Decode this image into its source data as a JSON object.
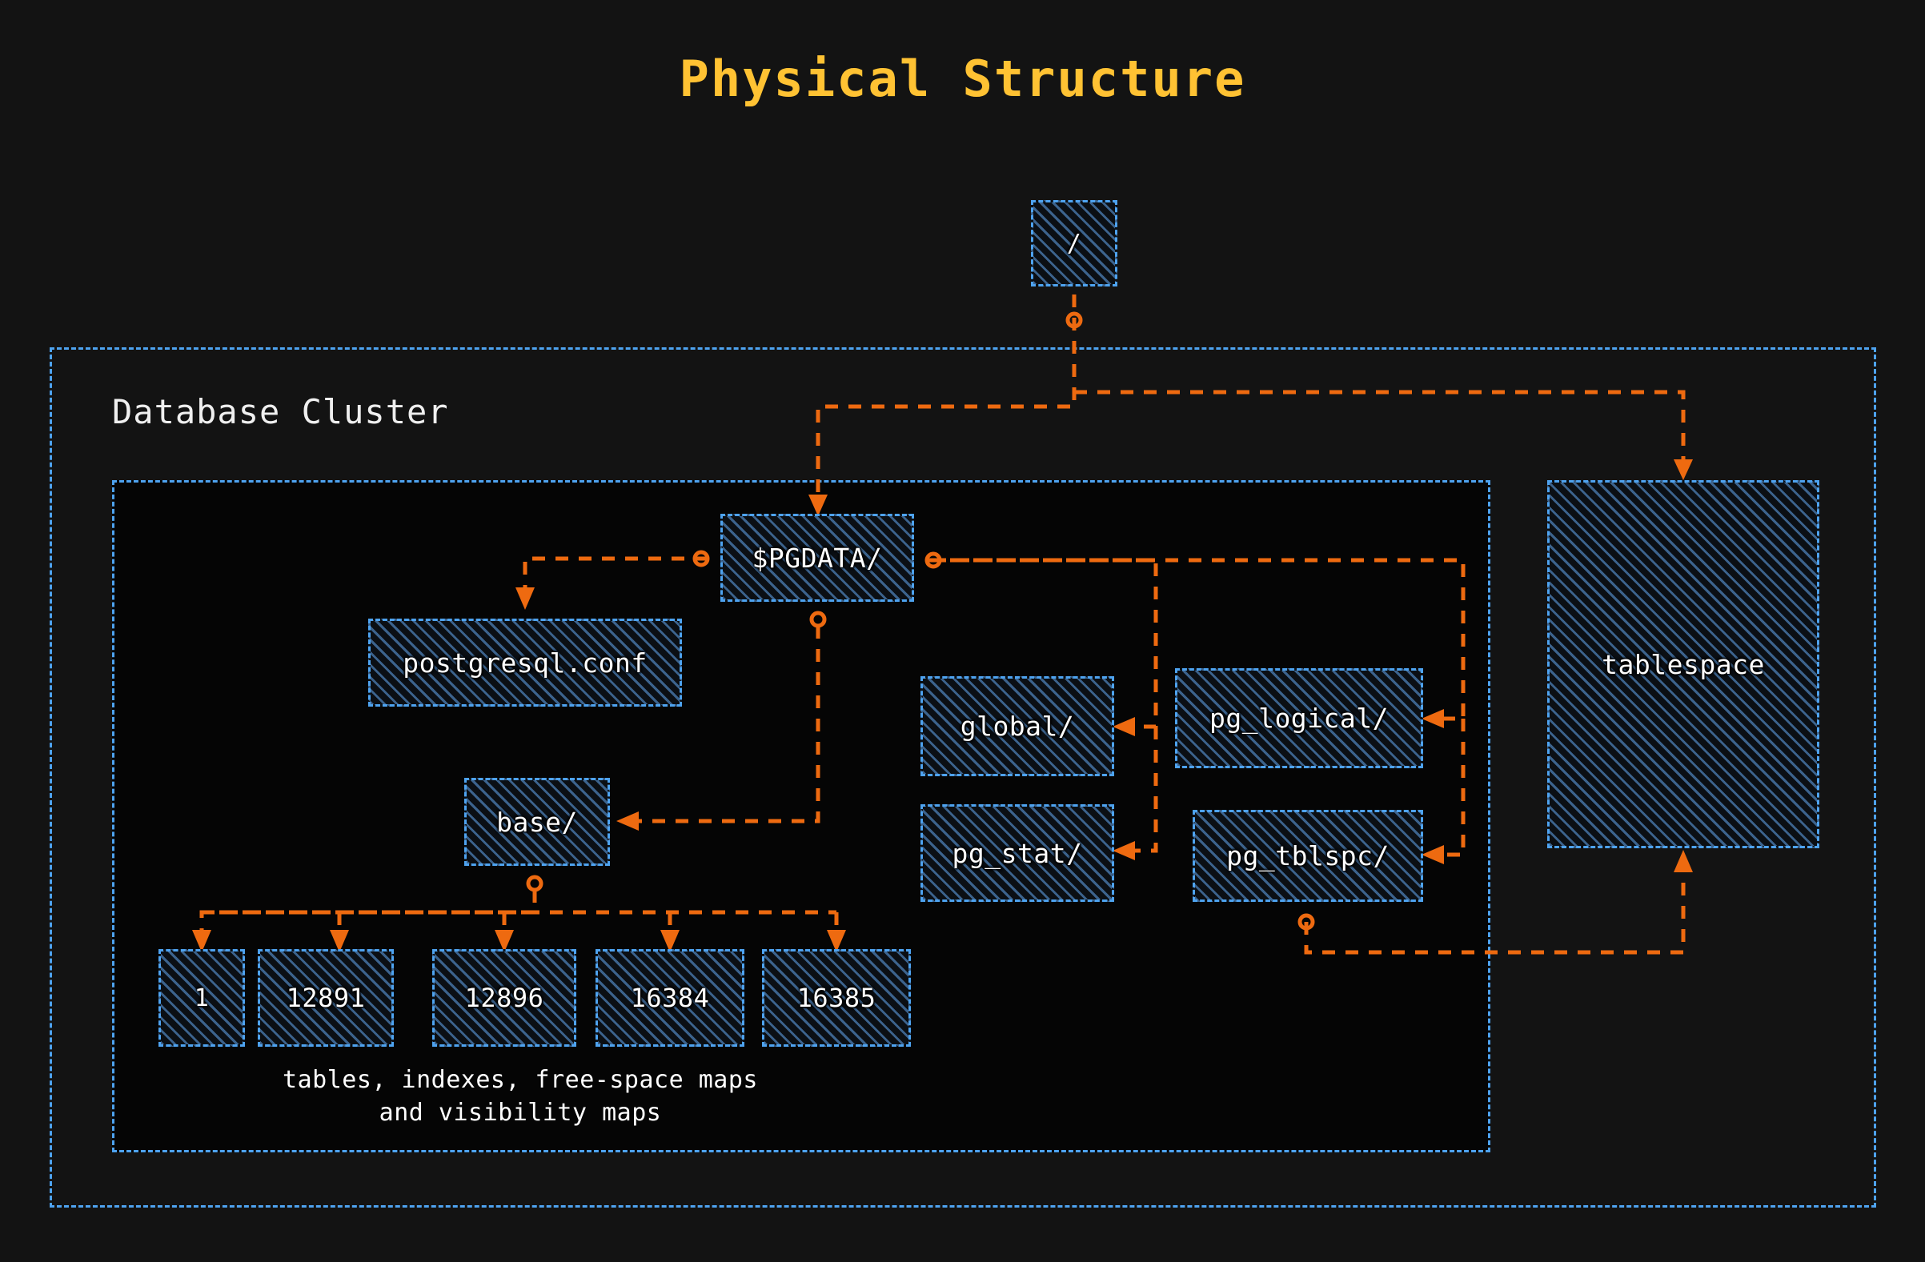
{
  "title": "Physical Structure",
  "colors": {
    "background": "#131313",
    "title": "#FFC233",
    "node_border": "#4EA3F0",
    "node_fill": "#0b0f14",
    "edge": "#EE6A10",
    "label": "#ffffff",
    "inner_container_fill": "#050505"
  },
  "containers": [
    {
      "id": "cluster",
      "label": "Database Cluster"
    },
    {
      "id": "pgdata-area",
      "label": ""
    }
  ],
  "nodes": {
    "root": "/",
    "pgdata": "$PGDATA/",
    "postgresql_conf": "postgresql.conf",
    "base": "base/",
    "global": "global/",
    "pg_logical": "pg_logical/",
    "pg_stat": "pg_stat/",
    "pg_tblspc": "pg_tblspc/",
    "tablespace": "tablespace"
  },
  "database_dirs": [
    {
      "name": "1"
    },
    {
      "name": "12891"
    },
    {
      "name": "12896"
    },
    {
      "name": "16384"
    },
    {
      "name": "16385"
    }
  ],
  "leaf_caption": {
    "line1": "tables, indexes, free-space maps",
    "line2": "and visibility maps"
  },
  "edges": [
    {
      "from": "/",
      "to": "$PGDATA/"
    },
    {
      "from": "/",
      "to": "tablespace"
    },
    {
      "from": "$PGDATA/",
      "to": "postgresql.conf"
    },
    {
      "from": "$PGDATA/",
      "to": "base/"
    },
    {
      "from": "$PGDATA/",
      "to": "global/"
    },
    {
      "from": "$PGDATA/",
      "to": "pg_stat/"
    },
    {
      "from": "$PGDATA/",
      "to": "pg_logical/"
    },
    {
      "from": "$PGDATA/",
      "to": "pg_tblspc/"
    },
    {
      "from": "base/",
      "to": "1"
    },
    {
      "from": "base/",
      "to": "12891"
    },
    {
      "from": "base/",
      "to": "12896"
    },
    {
      "from": "base/",
      "to": "16384"
    },
    {
      "from": "base/",
      "to": "16385"
    },
    {
      "from": "pg_tblspc/",
      "to": "tablespace"
    }
  ]
}
